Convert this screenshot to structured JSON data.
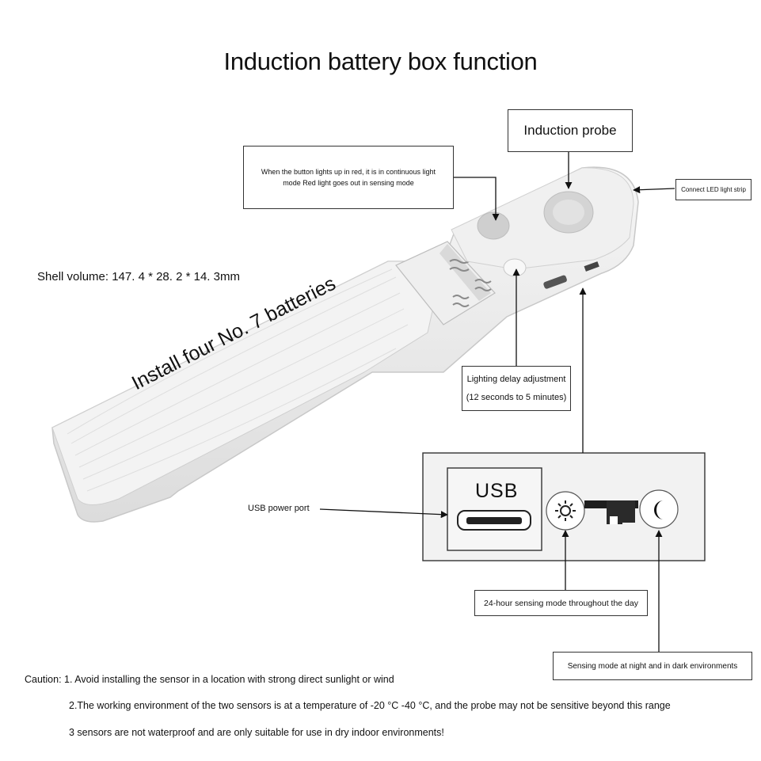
{
  "title": "Induction battery box function",
  "labels": {
    "induction_probe": "Induction probe",
    "button_note_line1": "When the button lights up in red, it is in continuous light",
    "button_note_line2": "mode Red light goes out in sensing mode",
    "connect_led": "Connect LED light strip",
    "shell_volume": "Shell volume: 147. 4 * 28. 2 * 14. 3mm",
    "install_batteries": "Install four No. 7 batteries",
    "delay_line1": "Lighting delay adjustment",
    "delay_line2": "(12 seconds to 5 minutes)",
    "usb_power_port": "USB power port",
    "usb": "USB",
    "day_mode": "24-hour sensing mode throughout the day",
    "night_mode": "Sensing mode at night and in dark environments"
  },
  "caution": {
    "line1": "Caution: 1. Avoid installing the sensor in a location with strong direct sunlight or wind",
    "line2": "2.The working environment of the two sensors is at a temperature of -20 °C -40 °C, and the probe may not be sensitive beyond this range",
    "line3": "3 sensors are not waterproof and are only suitable for use in dry indoor environments!"
  },
  "icons": [
    "sun-icon",
    "moon-icon",
    "usb-port-icon",
    "arrow-icon"
  ]
}
